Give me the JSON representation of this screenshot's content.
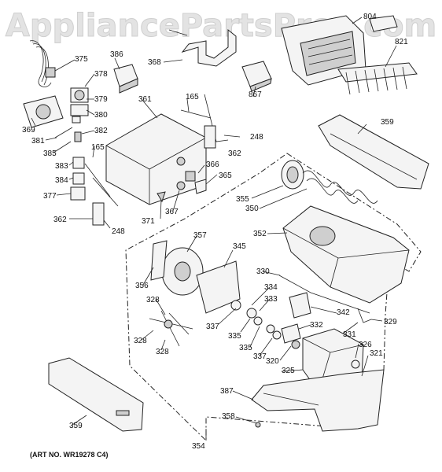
{
  "watermark": "AppliancePartsPros.com",
  "art_number": "(ART NO. WR19278 C4)",
  "labels": {
    "l804": "804",
    "l821": "821",
    "l375": "375",
    "l386": "386",
    "l368": "368",
    "l378": "378",
    "l379": "379",
    "l380": "380",
    "l382": "382",
    "l369": "369",
    "l381": "381",
    "l385": "385",
    "l165a": "165",
    "l361": "361",
    "l867": "867",
    "l248a": "248",
    "l362a": "362",
    "l383": "383",
    "l165b": "165",
    "l384": "384",
    "l366": "366",
    "l365": "365",
    "l377": "377",
    "l359a": "359",
    "l355": "355",
    "l371": "371",
    "l367": "367",
    "l350": "350",
    "l362b": "362",
    "l248b": "248",
    "l352": "352",
    "l357": "357",
    "l345": "345",
    "l356": "356",
    "l330": "330",
    "l334": "334",
    "l328a": "328",
    "l333": "333",
    "l342": "342",
    "l337a": "337",
    "l335a": "335",
    "l331": "331",
    "l329": "329",
    "l328b": "328",
    "l332": "332",
    "l335b": "335",
    "l337b": "337",
    "l328c": "328",
    "l326": "326",
    "l321": "321",
    "l320": "320",
    "l325": "325",
    "l387": "387",
    "l359b": "359",
    "l358": "358",
    "l354": "354"
  }
}
